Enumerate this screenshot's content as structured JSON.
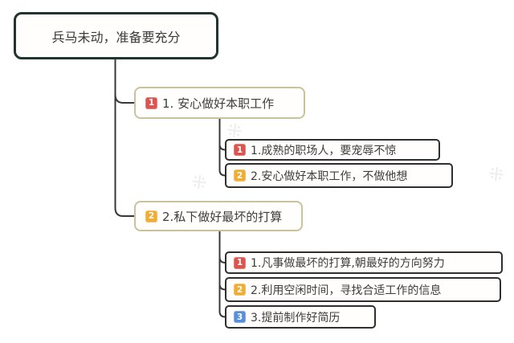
{
  "mindmap": {
    "root": {
      "label": "兵马未动，准备要充分"
    },
    "branches": [
      {
        "badge": "1",
        "badge_color": "#dc5450",
        "label": "1. 安心做好本职工作",
        "children": [
          {
            "badge": "1",
            "badge_color": "#dc5450",
            "label": "1.成熟的职场人，要宠辱不惊"
          },
          {
            "badge": "2",
            "badge_color": "#f0ac33",
            "label": "2.安心做好本职工作，不做他想"
          }
        ]
      },
      {
        "badge": "2",
        "badge_color": "#f0ac33",
        "label": "2.私下做好最坏的打算",
        "children": [
          {
            "badge": "1",
            "badge_color": "#dc5450",
            "label": "1.凡事做最坏的打算,朝最好的方向努力"
          },
          {
            "badge": "2",
            "badge_color": "#f0ac33",
            "label": "2.利用空闲时间，寻找合适工作的信息"
          },
          {
            "badge": "3",
            "badge_color": "#5590d9",
            "label": "3.提前制作好简历"
          }
        ]
      }
    ],
    "colors": {
      "root_border": "#20352f",
      "branch_border": "#c9c29b",
      "leaf_border": "#2f2f2f",
      "connector": "#383838",
      "text": "#3d3d3d",
      "badge_red": "#dc5450",
      "badge_yellow": "#f0ac33",
      "badge_blue": "#5590d9",
      "background": "#ffffff"
    },
    "watermark": {
      "glyph": "※"
    }
  }
}
